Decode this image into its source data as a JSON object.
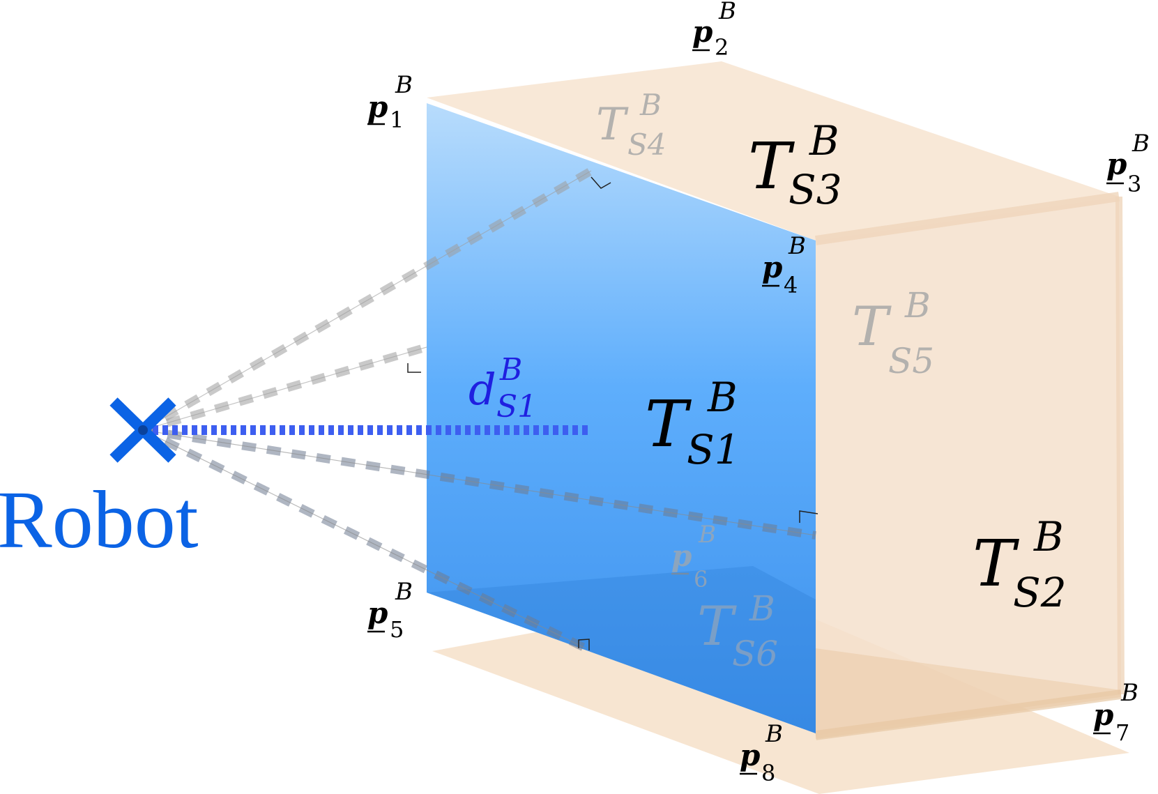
{
  "robot": {
    "label": "Robot",
    "marker_icon": "x-cross-icon",
    "color": "#0b63e5"
  },
  "points": [
    {
      "id": "p1",
      "base": "p",
      "sup": "B",
      "sub": "1"
    },
    {
      "id": "p2",
      "base": "p",
      "sup": "B",
      "sub": "2"
    },
    {
      "id": "p3",
      "base": "p",
      "sup": "B",
      "sub": "3"
    },
    {
      "id": "p4",
      "base": "p",
      "sup": "B",
      "sub": "4"
    },
    {
      "id": "p5",
      "base": "p",
      "sup": "B",
      "sub": "5"
    },
    {
      "id": "p6",
      "base": "p",
      "sup": "B",
      "sub": "6"
    },
    {
      "id": "p7",
      "base": "p",
      "sup": "B",
      "sub": "7"
    },
    {
      "id": "p8",
      "base": "p",
      "sup": "B",
      "sub": "8"
    }
  ],
  "surfaces": [
    {
      "id": "S1",
      "base": "T",
      "sup": "B",
      "sub": "S1"
    },
    {
      "id": "S2",
      "base": "T",
      "sup": "B",
      "sub": "S2"
    },
    {
      "id": "S3",
      "base": "T",
      "sup": "B",
      "sub": "S3"
    },
    {
      "id": "S4",
      "base": "T",
      "sup": "B",
      "sub": "S4"
    },
    {
      "id": "S5",
      "base": "T",
      "sup": "B",
      "sub": "S5"
    },
    {
      "id": "S6",
      "base": "T",
      "sup": "B",
      "sub": "S6"
    }
  ],
  "distance": {
    "base": "d",
    "sup": "B",
    "sub": "S1",
    "color": "#1f1fe0"
  },
  "colors": {
    "front_face_top": "#b3d8fb",
    "front_face_bottom": "#4a9cf0",
    "box_faces": "#f6e2cc",
    "dashed_lines": "#9a9a9a",
    "distance_line": "#3d5ef0",
    "faded_label": "#a8a8a8",
    "label": "#000000"
  }
}
